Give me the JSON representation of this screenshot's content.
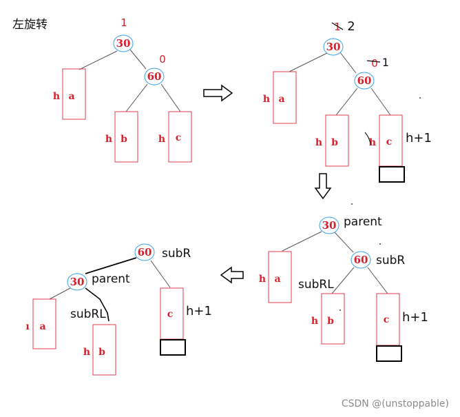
{
  "title": "左旋转",
  "watermark": "CSDN @(unstoppable)",
  "colors": {
    "node_stroke": "#3aa0e8",
    "rect_stroke": "#e03a4a",
    "text_red": "#d81e2a",
    "line": "#555555",
    "black": "#000000"
  },
  "p1": {
    "n30": "30",
    "n60": "60",
    "bf30": "1",
    "bf60": "0",
    "ha_h": "h",
    "ha_a": "a",
    "hb_h": "h",
    "hb_b": "b",
    "hc_h": "h",
    "hc_c": "c"
  },
  "p2": {
    "n30": "30",
    "n60": "60",
    "bf30_old": "1",
    "bf30_new": "2",
    "bf60_old": "0",
    "bf60_new": "1",
    "ha_h": "h",
    "ha_a": "a",
    "hb_h": "h",
    "hb_b": "b",
    "hc_h": "h",
    "hc_c": "c",
    "hc_new": "h+1"
  },
  "p3": {
    "n30": "30",
    "n60": "60",
    "parent": "parent",
    "subR": "subR",
    "subRL": "subRL",
    "ha_h": "h",
    "ha_a": "a",
    "hb_h": "h",
    "hb_b": "b",
    "hc_c": "c",
    "hc_new": "h+1"
  },
  "p4": {
    "n60": "60",
    "n30": "30",
    "subR": "subR",
    "parent": "parent",
    "subRL": "subRL",
    "ha_h": "ı",
    "ha_a": "a",
    "hb_h": "h",
    "hb_b": "b",
    "hc_c": "c",
    "hc_new": "h+1"
  },
  "arrows": [
    {
      "name": "arrow-right-icon",
      "dir": "right"
    },
    {
      "name": "arrow-down-icon",
      "dir": "down"
    },
    {
      "name": "arrow-left-icon",
      "dir": "left"
    }
  ]
}
